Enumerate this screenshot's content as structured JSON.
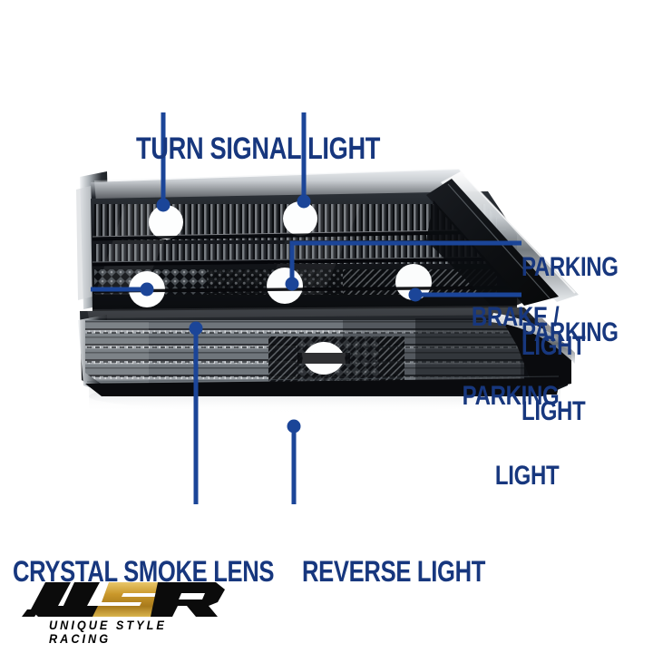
{
  "product": {
    "type": "automotive-tail-light",
    "finish": "crystal smoke lens",
    "description": "Smoked lens tail light assembly, side profile view"
  },
  "callouts": [
    {
      "id": "turn-signal",
      "text": "TURN SIGNAL LIGHT",
      "lines": [
        "TURN SIGNAL LIGHT"
      ],
      "align": "center",
      "position": "top"
    },
    {
      "id": "brake-parking",
      "text": "BRAKE / PARKING LIGHT",
      "lines": [
        "BRAKE /",
        "PARKING",
        "LIGHT"
      ],
      "align": "right",
      "position": "left"
    },
    {
      "id": "parking-1",
      "text": "PARKING LIGHT",
      "lines": [
        "PARKING",
        "LIGHT"
      ],
      "align": "left",
      "position": "right-upper"
    },
    {
      "id": "parking-2",
      "text": "PARKING LIGHT",
      "lines": [
        "PARKING",
        "LIGHT"
      ],
      "align": "left",
      "position": "right-lower"
    },
    {
      "id": "crystal-smoke",
      "text": "CRYSTAL SMOKE LENS",
      "lines": [
        "CRYSTAL SMOKE LENS"
      ],
      "align": "left",
      "position": "bottom-left"
    },
    {
      "id": "reverse",
      "text": "REVERSE LIGHT",
      "lines": [
        "REVERSE LIGHT"
      ],
      "align": "left",
      "position": "bottom-right"
    }
  ],
  "labels": {
    "turn_signal": "TURN SIGNAL LIGHT",
    "brake_line1": "BRAKE /",
    "brake_line2": "PARKING",
    "brake_line3": "LIGHT",
    "parking1_line1": "PARKING",
    "parking1_line2": "LIGHT",
    "parking2_line1": "PARKING",
    "parking2_line2": "LIGHT",
    "crystal_smoke": "CRYSTAL SMOKE LENS",
    "reverse": "REVERSE LIGHT"
  },
  "logo": {
    "mark": "USR",
    "tagline": "UNIQUE STYLE RACING",
    "mark_colors": [
      "#0b0b0b",
      "#c89a2a",
      "#0b0b0b"
    ]
  },
  "colors": {
    "label_text": "#17377e",
    "leader_line": "#1b4598",
    "background": "#ffffff",
    "lens_dark": "#14161a",
    "lens_mid": "#3c4045",
    "lens_light": "#9aa0a4",
    "logo_gold": "#c89a2a",
    "logo_black": "#0b0b0b"
  }
}
